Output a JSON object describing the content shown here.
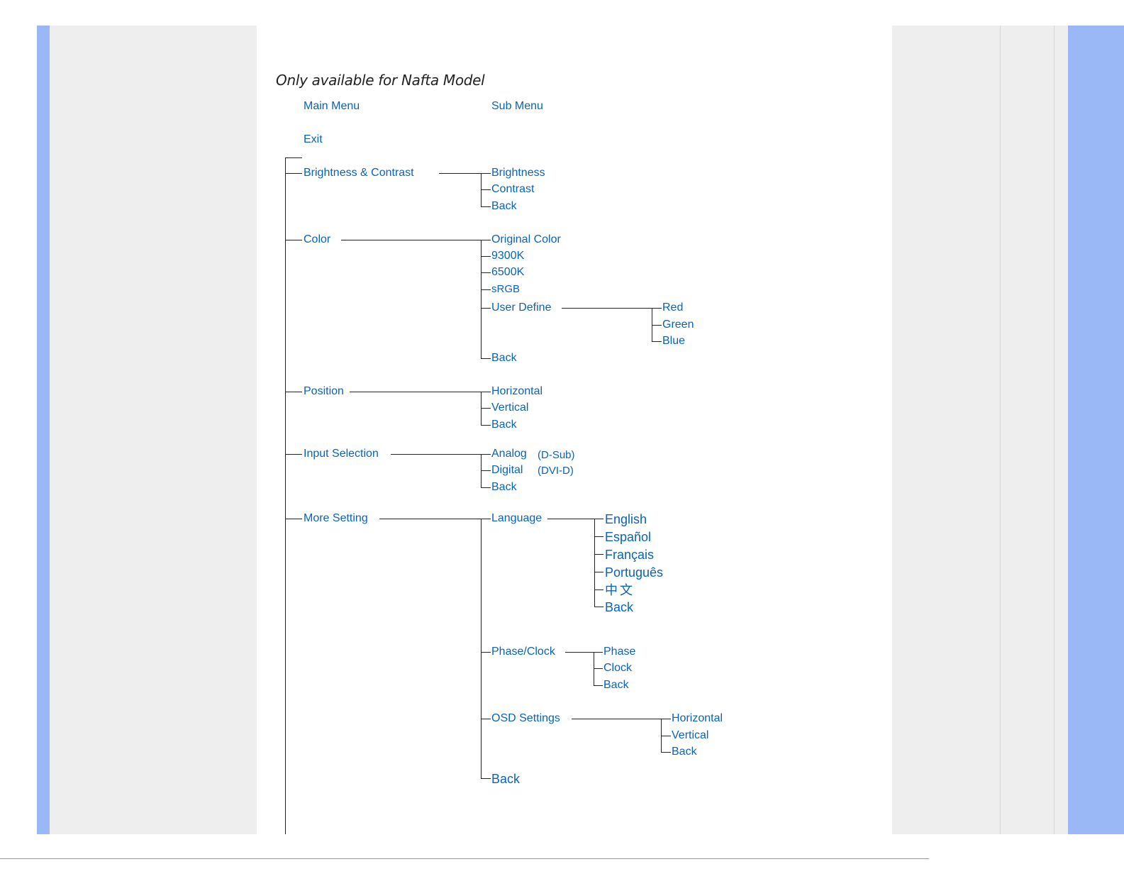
{
  "heading": "Only available for Nafta Model",
  "columns": {
    "main_menu": "Main Menu",
    "sub_menu": "Sub Menu"
  },
  "exit": "Exit",
  "main_items": [
    {
      "label": "Brightness &  Contrast",
      "subs": [
        "Brightness",
        "Contrast",
        "Back"
      ]
    },
    {
      "label": "Color",
      "subs": [
        "Original Color",
        "9300K",
        "6500K",
        "sRGB",
        "User Define",
        "Back"
      ],
      "user_define": [
        "Red",
        "Green",
        "Blue"
      ]
    },
    {
      "label": "Position",
      "subs": [
        "Horizontal",
        "Vertical",
        "Back"
      ]
    },
    {
      "label": "Input Selection",
      "subs": [
        "Analog",
        "Digital",
        "Back"
      ],
      "notes": [
        "(D-Sub)",
        "(DVI-D)"
      ]
    },
    {
      "label": "More Setting",
      "subs": [
        "Language",
        "Phase/Clock",
        "OSD Settings",
        "Back"
      ],
      "language": [
        "English",
        "Español",
        "Français",
        "Português",
        "中文",
        "Back"
      ],
      "phase_clock": [
        "Phase",
        "Clock",
        "Back"
      ],
      "osd_settings": [
        "Horizontal",
        "Vertical",
        "Back"
      ]
    }
  ],
  "colors": {
    "label": "#0a63b8",
    "line": "#222222",
    "side_blue": "#99b8f5",
    "side_gray": "#eeeeee"
  }
}
